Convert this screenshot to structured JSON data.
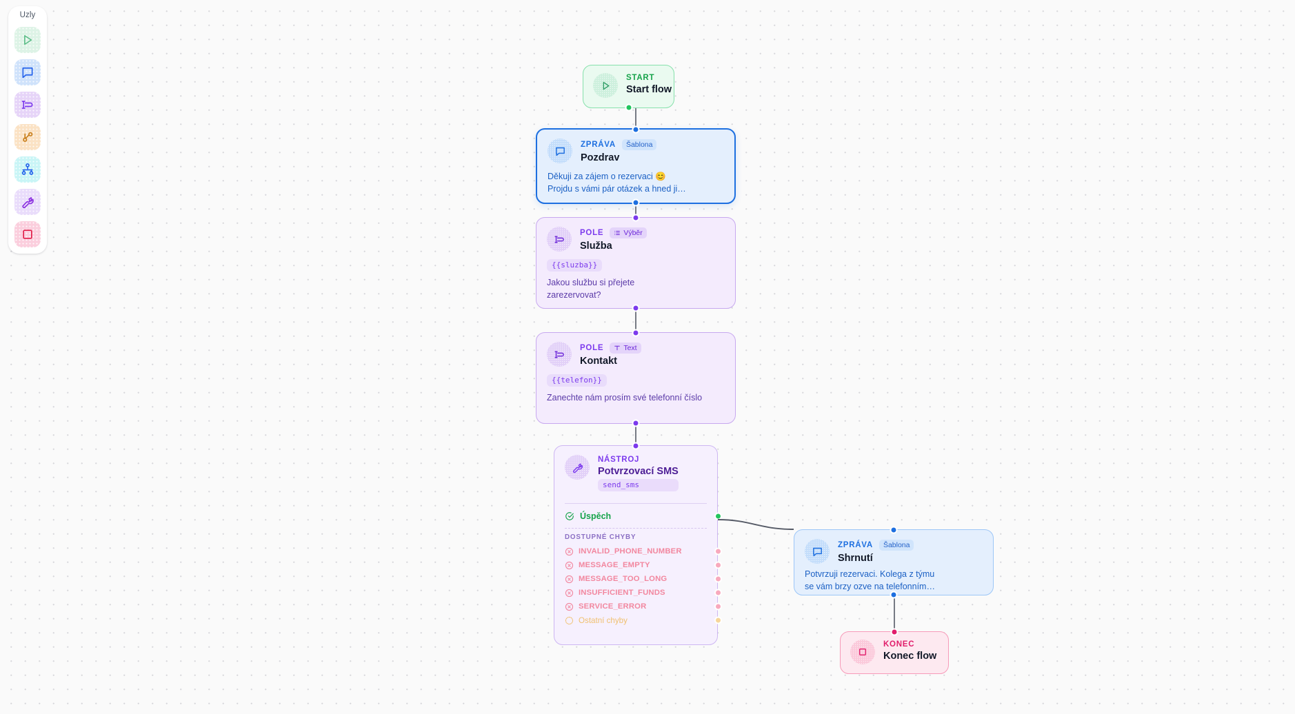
{
  "sidebar": {
    "title": "Uzly",
    "items": [
      {
        "icon": "play-triangle-icon",
        "name": "palette-item-start",
        "bg": "#ddf3e6",
        "stroke": "#5bbd87"
      },
      {
        "icon": "message-bubble-icon",
        "name": "palette-item-message",
        "bg": "#cfe2fb",
        "stroke": "#2563eb"
      },
      {
        "icon": "field-input-icon",
        "name": "palette-item-field",
        "bg": "#e6d4f8",
        "stroke": "#7c3aed"
      },
      {
        "icon": "branch-icon",
        "name": "palette-item-branch",
        "bg": "#fbe2c4",
        "stroke": "#c77d18"
      },
      {
        "icon": "split-nodes-icon",
        "name": "palette-item-split",
        "bg": "#c9f5f6",
        "stroke": "#2563eb"
      },
      {
        "icon": "wrench-icon",
        "name": "palette-item-tool",
        "bg": "#e9dcfb",
        "stroke": "#8b2fe0"
      },
      {
        "icon": "stop-square-icon",
        "name": "palette-item-end",
        "bg": "#fbcedd",
        "stroke": "#e11d48"
      }
    ]
  },
  "nodes": {
    "start": {
      "kind": "START",
      "title": "Start flow",
      "icon": "play-triangle-icon"
    },
    "pozdrav": {
      "kind": "ZPRÁVA",
      "badge": "Šablona",
      "title": "Pozdrav",
      "text_line1": "Děkuji za zájem o rezervaci 😊",
      "text_line2": "Projdu s vámi pár otázek a hned ji…",
      "icon": "message-bubble-icon",
      "selected": true
    },
    "sluzba": {
      "kind": "POLE",
      "badge": "Výběr",
      "badge_icon": "list-icon",
      "title": "Služba",
      "variable": "{{sluzba}}",
      "text": "Jakou službu si přejete zarezervovat?",
      "icon": "field-input-icon"
    },
    "kontakt": {
      "kind": "POLE",
      "badge": "Text",
      "badge_icon": "text-t-icon",
      "title": "Kontakt",
      "variable": "{{telefon}}",
      "text": "Zanechte nám prosím své telefonní číslo",
      "icon": "field-input-icon"
    },
    "tool": {
      "kind": "NÁSTROJ",
      "title": "Potvrzovací SMS",
      "variable": "send_sms",
      "icon": "wrench-icon",
      "success_label": "Úspěch",
      "errors_header": "DOSTUPNÉ CHYBY",
      "errors": [
        {
          "label": "INVALID_PHONE_NUMBER",
          "kind": "error"
        },
        {
          "label": "MESSAGE_EMPTY",
          "kind": "error"
        },
        {
          "label": "MESSAGE_TOO_LONG",
          "kind": "error"
        },
        {
          "label": "INSUFFICIENT_FUNDS",
          "kind": "error"
        },
        {
          "label": "SERVICE_ERROR",
          "kind": "error"
        },
        {
          "label": "Ostatní chyby",
          "kind": "other"
        }
      ]
    },
    "shrnuti": {
      "kind": "ZPRÁVA",
      "badge": "Šablona",
      "title": "Shrnutí",
      "text_line1": "Potvrzuji rezervaci. Kolega z týmu",
      "text_line2": "se vám brzy ozve na telefonním…",
      "icon": "message-bubble-icon"
    },
    "konec": {
      "kind": "KONEC",
      "title": "Konec flow",
      "icon": "stop-square-icon"
    }
  },
  "colors": {
    "canvas_bg": "#fafafa",
    "grid_dot": "#d8d8dc",
    "green": "#16a34a",
    "blue": "#1d6fe0",
    "purple": "#7c3aed",
    "pink": "#e11d6b",
    "error_pink": "#f2879f",
    "warning_amber": "#f0c070",
    "edge": "#555a66"
  }
}
